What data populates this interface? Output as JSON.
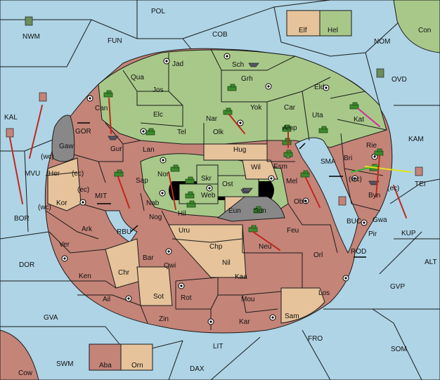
{
  "sea_labels": [
    "POL",
    "COB",
    "FUN",
    "NOM",
    "NWM",
    "OVD",
    "KAL",
    "GOR",
    "MIT",
    "RBU",
    "BOR",
    "MVU",
    "DOR",
    "GVA",
    "SWM",
    "LIT",
    "DAX",
    "FRO",
    "SOM",
    "GVP",
    "ALT",
    "KUP",
    "ROD",
    "BUC",
    "SMA",
    "KAM",
    "TEI",
    "Con"
  ],
  "box_labels": [
    "Elf",
    "Hel",
    "Aba",
    "Orn"
  ],
  "land_labels": [
    "Jad",
    "Sch",
    "Qua",
    "Jos",
    "Grh",
    "Eld",
    "Can",
    "Elc",
    "Tel",
    "Nar",
    "Yok",
    "Car",
    "Uta",
    "Kat",
    "Olk",
    "Amp",
    "Gaw",
    "Gur",
    "Lan",
    "Hug",
    "Esm",
    "Rie",
    "Bri",
    "Her",
    "Nor",
    "Skr",
    "Ost",
    "Wil",
    "Sap",
    "Web",
    "Mel",
    "Kor",
    "Nab",
    "Hil",
    "Sun",
    "Obs",
    "Byn",
    "Eun",
    "Nog",
    "Ark",
    "Uru",
    "Feu",
    "Gwa",
    "Pir",
    "Ver",
    "Chp",
    "Neu",
    "Orl",
    "Bar",
    "Qwi",
    "Nil",
    "Ken",
    "Chr",
    "Kaa",
    "Los",
    "Sot",
    "Rot",
    "Ail",
    "Mou",
    "Sam",
    "Zin",
    "Kar",
    "Cow"
  ],
  "coast_labels": [
    "(wc)",
    "(ec)",
    "(ec)",
    "(wc)",
    "(wc)",
    "(ec)"
  ],
  "colors": {
    "sea": "#aed4e6",
    "green": "#a8c889",
    "red": "#c48478",
    "tan": "#e6c39a",
    "grey": "#888888",
    "arrow": "#c0281e"
  }
}
